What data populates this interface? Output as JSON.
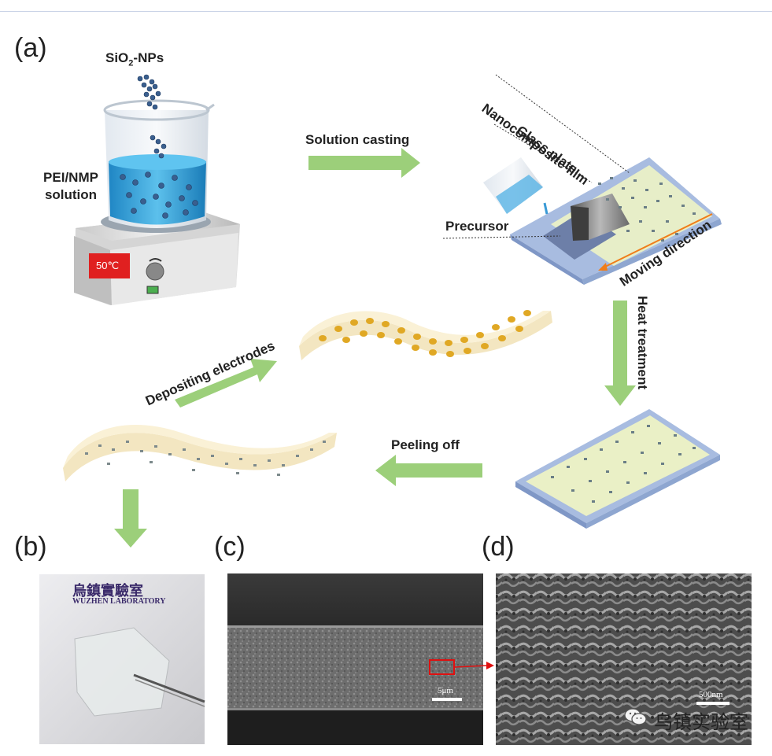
{
  "panels": {
    "a": "(a)",
    "b": "(b)",
    "c": "(c)",
    "d": "(d)"
  },
  "labels": {
    "nanoparticles": "SiO2-NPs",
    "solution": "PEI/NMP solution",
    "temperature": "50℃",
    "solution_casting": "Solution casting",
    "nanocomposite_film": "Nanocomposite film",
    "glass_plate": "Glass plate",
    "precursor": "Precursor",
    "moving_direction": "Moving direction",
    "heat_treatment": "Heat treatment",
    "peeling_off": "Peeling off",
    "depositing_electrodes": "Depositing electrodes"
  },
  "photo_b": {
    "chinese": "烏鎮實驗室",
    "english": "WUZHEN LABORATORY"
  },
  "scale_bars": {
    "c": "5μm",
    "d": "500nm"
  },
  "watermark": "乌镇实验室",
  "colors": {
    "arrow": "#9ccf7a",
    "film": "#f1e2b4",
    "beaker_liquid": "#2f9fd8",
    "orange_arrow": "#f07d1a"
  }
}
